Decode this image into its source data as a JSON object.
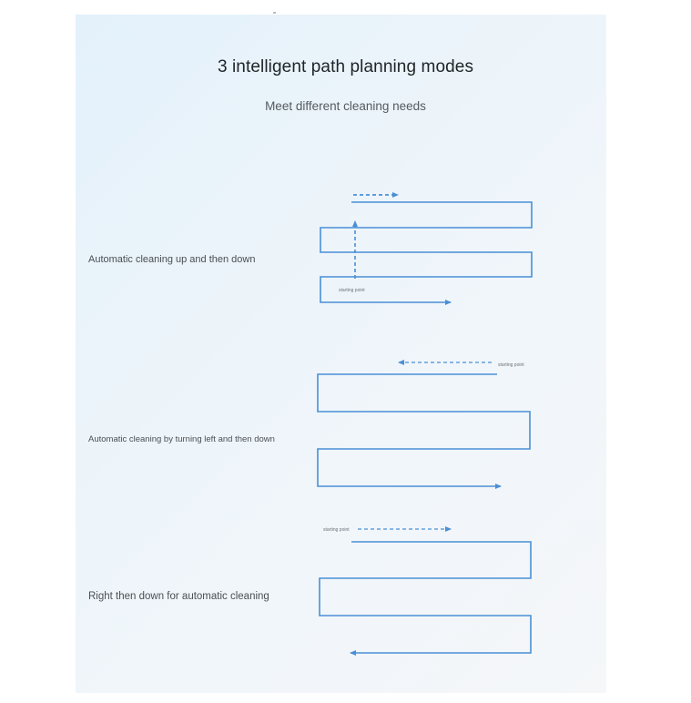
{
  "header": {
    "title": "3 intelligent path planning modes",
    "subtitle": "Meet different cleaning needs"
  },
  "modes": [
    {
      "label": "Automatic cleaning up and then down",
      "start_label": "starting point"
    },
    {
      "label": "Automatic cleaning by turning left and then down",
      "start_label": "starting point"
    },
    {
      "label": "Right then down for automatic cleaning",
      "start_label": "starting point"
    }
  ],
  "colors": {
    "path": "#4a8fd6",
    "dashed": "#4a8fd6"
  }
}
